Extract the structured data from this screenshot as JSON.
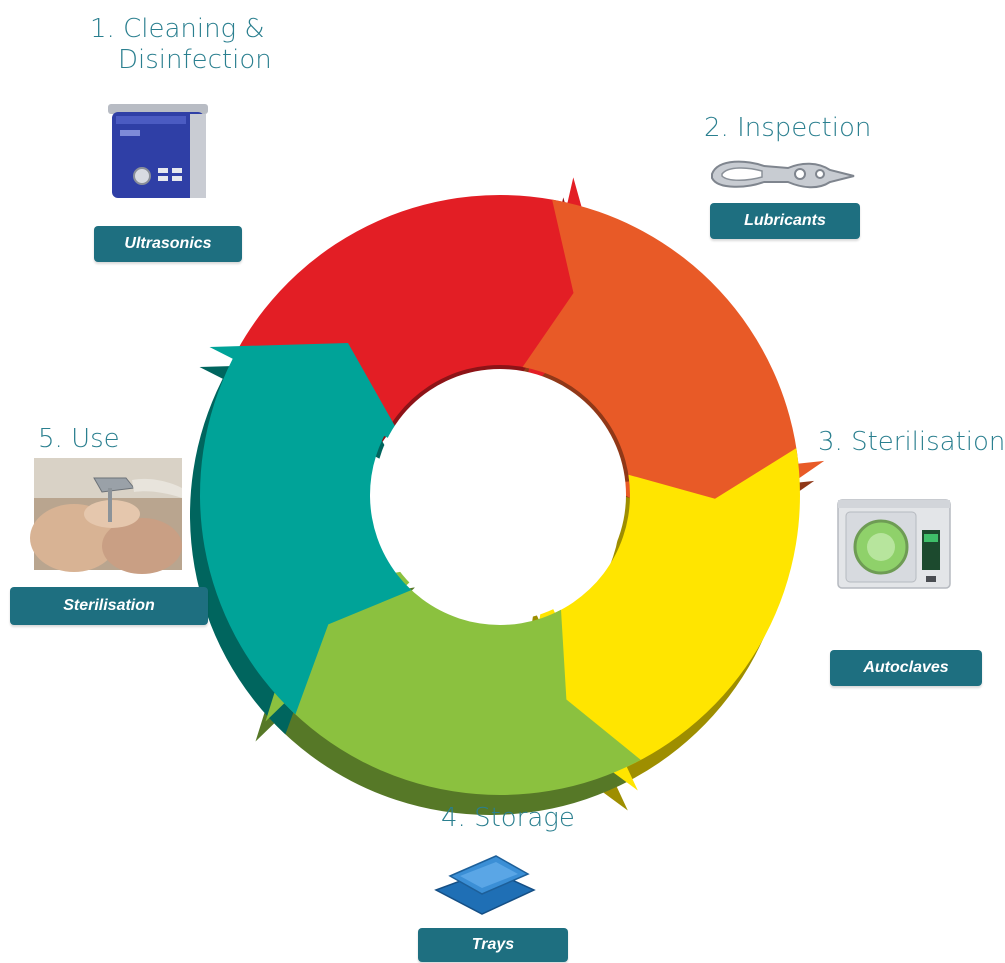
{
  "steps": [
    {
      "title_lines": [
        "1. Cleaning &",
        "Disinfection"
      ],
      "badge": "Ultrasonics",
      "image": "ultrasonic-cleaner-icon",
      "color": "#e31e25"
    },
    {
      "title_lines": [
        "2. Inspection"
      ],
      "badge": "Lubricants",
      "image": "dental-instrument-icon",
      "color": "#e85a27"
    },
    {
      "title_lines": [
        "3. Sterilisation"
      ],
      "badge": "Autoclaves",
      "image": "autoclave-icon",
      "color": "#ffe500"
    },
    {
      "title_lines": [
        "4. Storage"
      ],
      "badge": "Trays",
      "image": "tray-icon",
      "color": "#8bc13f"
    },
    {
      "title_lines": [
        "5. Use"
      ],
      "badge": "Sterilisation",
      "image": "instrument-use-photo",
      "color": "#00a398"
    }
  ],
  "colors": {
    "title": "#2a7f8f",
    "badge_bg": "#1e6f80",
    "badge_text": "#ffffff"
  }
}
